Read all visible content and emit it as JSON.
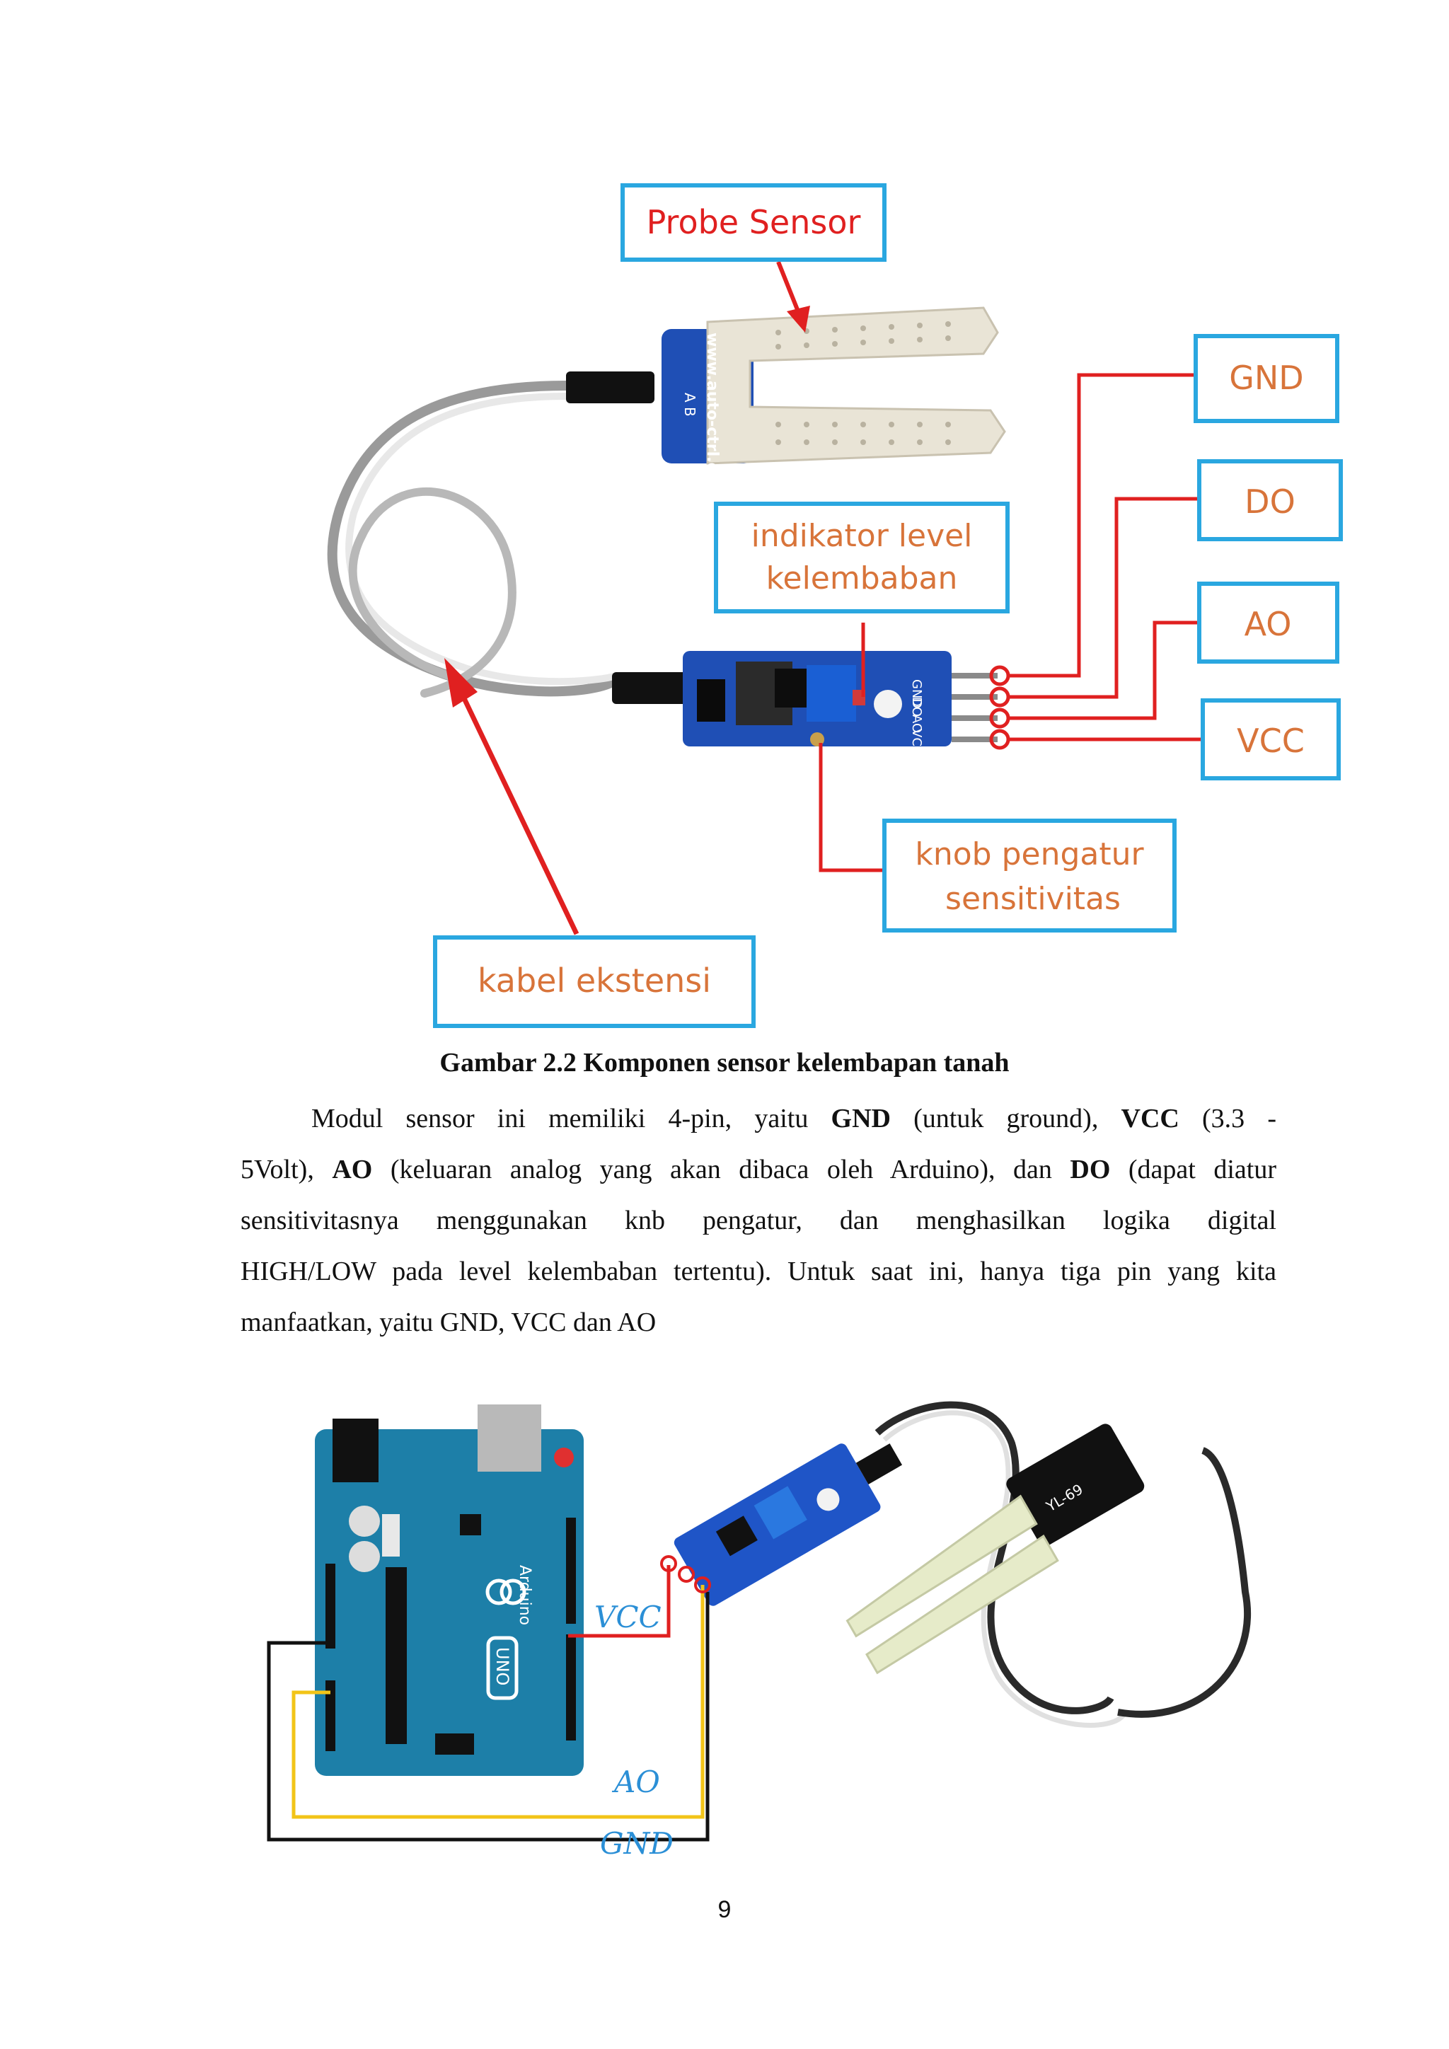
{
  "figure1": {
    "labels": {
      "probe": "Probe Sensor",
      "gnd": "GND",
      "do": "DO",
      "ao": "AO",
      "vcc": "VCC",
      "indikator_line1": "indikator level",
      "indikator_line2": "kelembaban",
      "knob_line1": "knob pengatur",
      "knob_line2": "sensitivitas",
      "kabel": "kabel ekstensi"
    },
    "probe_board_text": "www.auto-ctrl.com",
    "probe_board_ab": "A B",
    "module_pins": [
      "GND",
      "DO",
      "AO",
      "VCC"
    ],
    "colors": {
      "callout_border": "#2aa7e0",
      "arrow": "#e02020",
      "board": "#1f4fb5"
    }
  },
  "caption": "Gambar 2.2 Komponen sensor kelembapan tanah",
  "paragraph": {
    "l1_a": "Modul sensor ini memiliki 4-pin, yaitu ",
    "l1_gnd": "GND",
    "l1_b": " (untuk ground), ",
    "l1_vcc": "VCC",
    "l1_c": " (3.3 -",
    "l2_a": "5Volt), ",
    "l2_ao": "AO",
    "l2_b": " (keluaran analog yang akan dibaca oleh Arduino), dan ",
    "l2_do": "DO",
    "l2_c": " (dapat diatur",
    "l3": "sensitivitasnya menggunakan knb pengatur, dan menghasilkan logika digital",
    "l4": "HIGH/LOW pada level kelembaban tertentu). Untuk saat ini, hanya tiga pin yang kita",
    "l5": "manfaatkan, yaitu GND, VCC dan AO"
  },
  "figure2": {
    "wire_labels": {
      "vcc": "VCC",
      "ao": "AO",
      "gnd": "GND"
    },
    "arduino_text": "Arduino",
    "arduino_model": "UNO",
    "sensor_board_text": "YL-69",
    "colors": {
      "arduino": "#1d7fa8",
      "vcc_wire": "#e02020",
      "ao_wire": "#f2c418",
      "gnd_wire": "#111111"
    }
  },
  "page_number": "9"
}
